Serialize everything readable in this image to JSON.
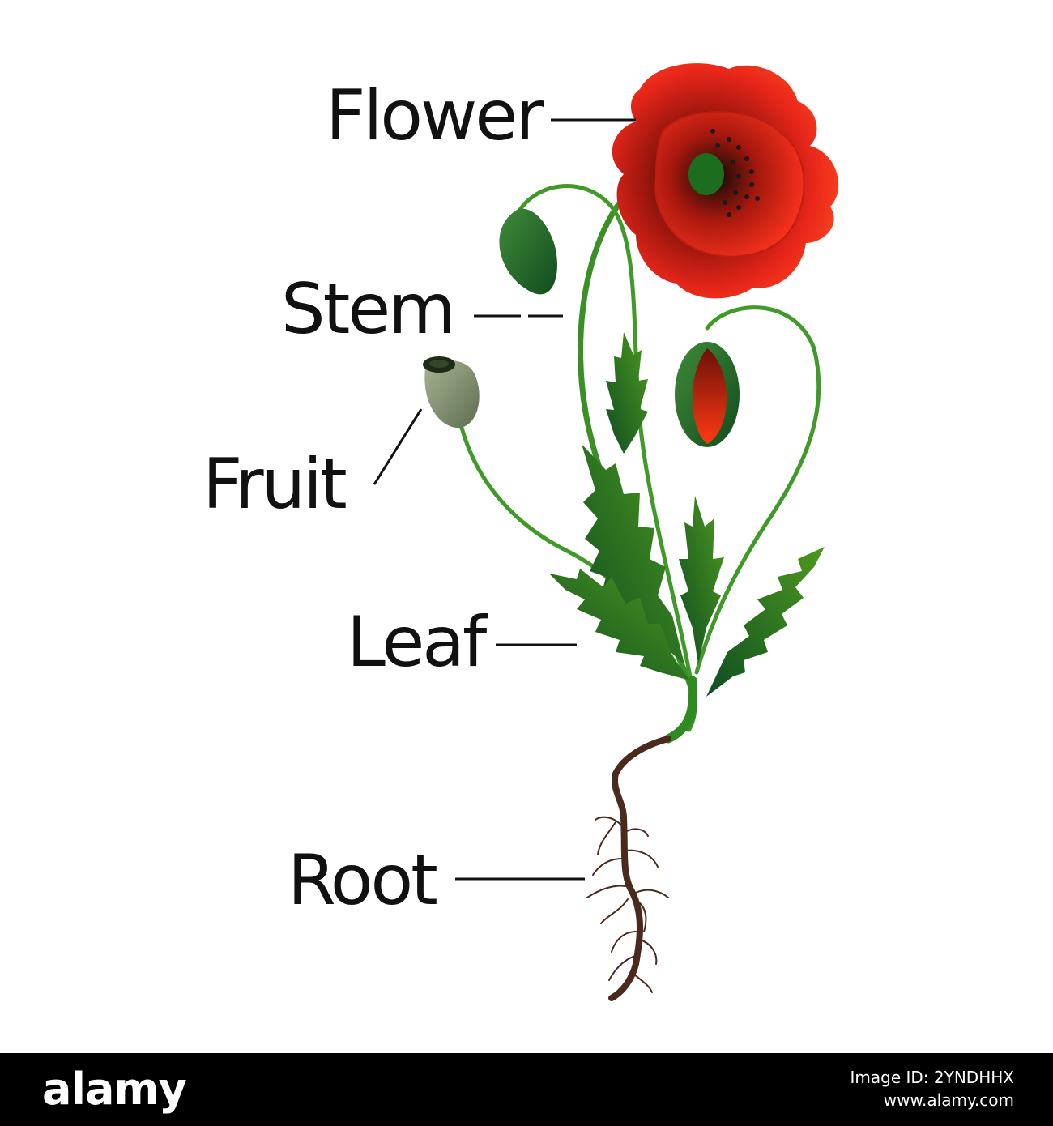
{
  "labels": {
    "flower": "Flower",
    "stem": "Stem",
    "fruit": "Fruit",
    "leaf": "Leaf",
    "root": "Root"
  },
  "watermark": {
    "logo": "alamy",
    "image_id": "Image ID: 2YNDHHX",
    "site": "www.alamy.com"
  },
  "colors": {
    "petal": "#e8261a",
    "petal_dark": "#6b0f0a",
    "leaf": "#2f7a1e",
    "stem": "#2f8a20",
    "root": "#4a2a1c",
    "fruit": "#8d9b78"
  }
}
